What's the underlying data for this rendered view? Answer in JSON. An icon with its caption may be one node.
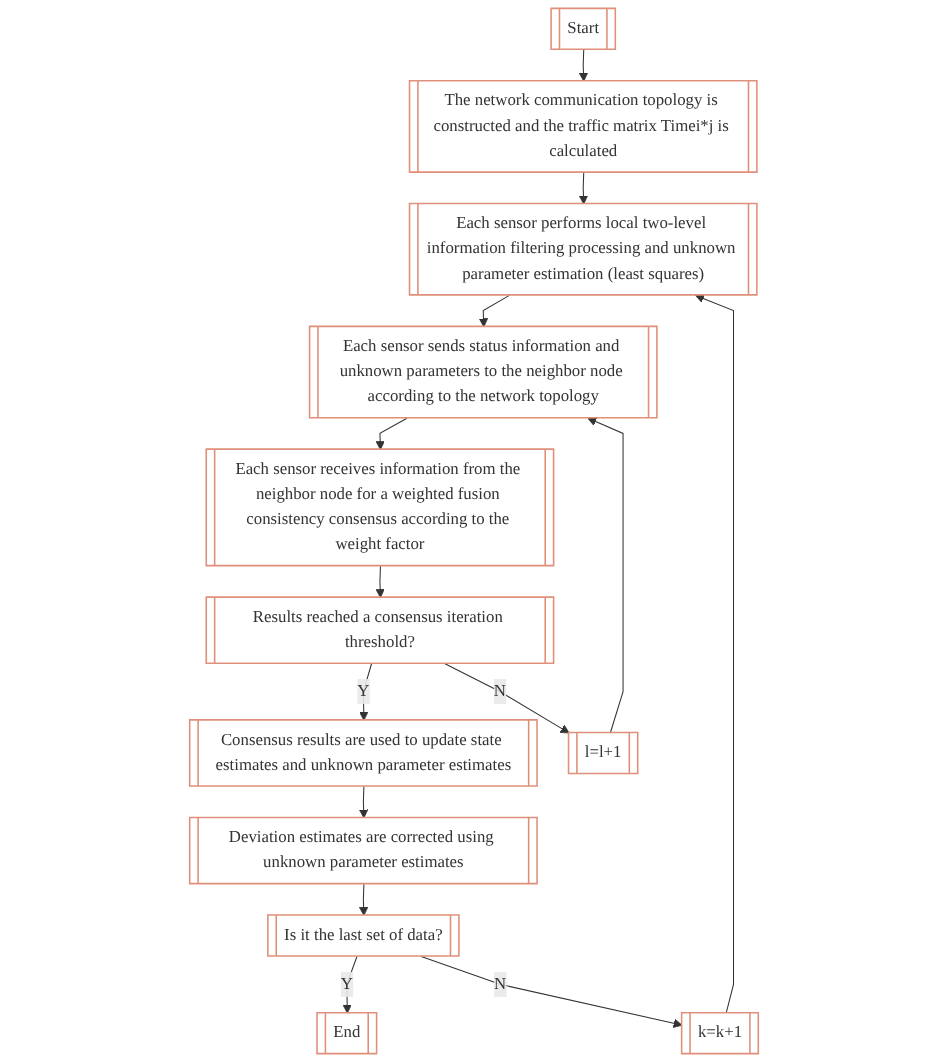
{
  "diagram": {
    "nodes": [
      {
        "text": [
          "Start"
        ]
      },
      {
        "text": [
          "The network communication topology is constructed and the traffic matrix Timei*j is calculated"
        ]
      },
      {
        "text": [
          "Each sensor performs local two-level information filtering processing and unknown parameter estimation (least squares)"
        ]
      },
      {
        "text": [
          "Each sensor sends status information and unknown parameters to the neighbor node according to the network topology"
        ]
      },
      {
        "text": [
          "Each sensor receives information from the neighbor node for a weighted fusion consistency consensus according to the weight factor"
        ]
      },
      {
        "text": [
          "Results reached a consensus iteration threshold?"
        ]
      },
      {
        "text": [
          "Consensus results are used to update state estimates and unknown parameter estimates"
        ]
      },
      {
        "text": [
          "Deviation estimates are corrected using unknown parameter estimates"
        ]
      },
      {
        "text": [
          "Is it the last set of data?"
        ]
      },
      {
        "text": [
          "End"
        ]
      },
      {
        "text": [
          "l=l+1"
        ]
      },
      {
        "text": [
          "k=k+1"
        ]
      }
    ],
    "edges": [
      {
        "from": 0,
        "to": 1,
        "arrow": "to"
      },
      {
        "from": 1,
        "to": 2,
        "arrow": "to"
      },
      {
        "from": 2,
        "to": 3,
        "arrow": "to"
      },
      {
        "from": 3,
        "to": 4,
        "arrow": "to"
      },
      {
        "from": 4,
        "to": 5,
        "arrow": "to"
      },
      {
        "from": 5,
        "to": 6,
        "arrow": "to",
        "label": "Y"
      },
      {
        "from": 6,
        "to": 7,
        "arrow": "to"
      },
      {
        "from": 7,
        "to": 8,
        "arrow": "to"
      },
      {
        "from": 8,
        "to": 9,
        "arrow": "to",
        "label": "Y"
      },
      {
        "from": 5,
        "to": 10,
        "arrow": "to",
        "label": "N"
      },
      {
        "from": 10,
        "to": 3,
        "arrow": "to"
      },
      {
        "from": 8,
        "to": 11,
        "arrow": "to",
        "label": "N"
      },
      {
        "from": 11,
        "to": 2,
        "arrow": "to"
      }
    ]
  }
}
